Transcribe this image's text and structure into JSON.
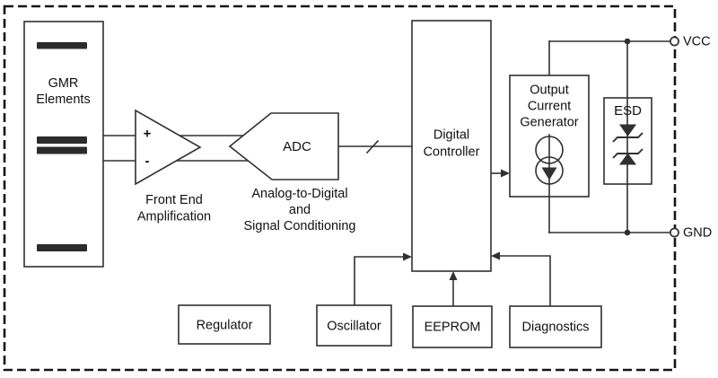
{
  "colors": {
    "outline": "#151515",
    "line": "#303030",
    "text": "#111111",
    "bar_fill": "#2b2b2b",
    "background": "#ffffff"
  },
  "blocks": {
    "gmr": {
      "line1": "GMR",
      "line2": "Elements"
    },
    "front_end": {
      "plus": "+",
      "minus": "-",
      "caption1": "Front End",
      "caption2": "Amplification"
    },
    "adc": {
      "label": "ADC",
      "caption1": "Analog-to-Digital",
      "caption2": "and",
      "caption3": "Signal Conditioning"
    },
    "digital_controller": {
      "line1": "Digital",
      "line2": "Controller"
    },
    "output_current_generator": {
      "line1": "Output",
      "line2": "Current",
      "line3": "Generator"
    },
    "esd": {
      "label": "ESD"
    },
    "regulator": {
      "label": "Regulator"
    },
    "oscillator": {
      "label": "Oscillator"
    },
    "eeprom": {
      "label": "EEPROM"
    },
    "diagnostics": {
      "label": "Diagnostics"
    }
  },
  "pins": {
    "vcc": "VCC",
    "gnd": "GND"
  }
}
